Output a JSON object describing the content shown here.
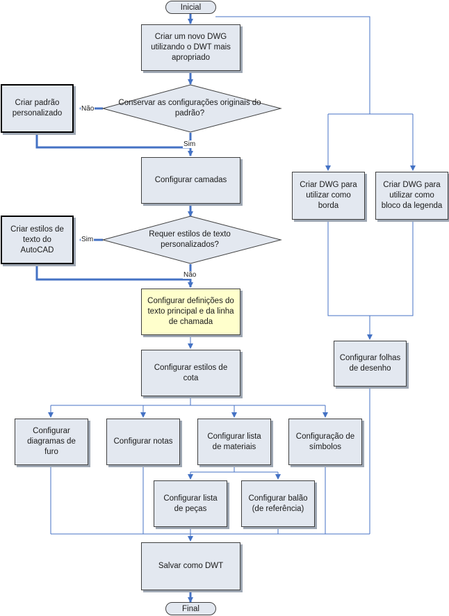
{
  "nodes": {
    "inicial": "Inicial",
    "final": "Final",
    "criar_dwg": "Criar um novo DWG utilizando o DWT mais apropriado",
    "padrao_pers": "Criar padrão personalizado",
    "conservar": "Conservar as configurações originais do padrão?",
    "camadas": "Configurar camadas",
    "estilos_autocad": "Criar estilos de texto do AutoCAD",
    "requer_estilos": "Requer estilos de texto personalizados?",
    "def_texto": "Configurar definições do texto principal e da linha de chamada",
    "estilos_cota": "Configurar estilos de cota",
    "diagramas_furo": "Configurar diagramas de furo",
    "notas": "Configurar notas",
    "lista_materiais": "Configurar lista de materiais",
    "simbolos": "Configuração de símbolos",
    "lista_pecas": "Configurar lista de peças",
    "balao": "Configurar balão (de referência)",
    "salvar": "Salvar como DWT",
    "dwg_borda": "Criar DWG para utilizar como borda",
    "dwg_legenda": "Criar DWG para utilizar como bloco da legenda",
    "folhas": "Configurar folhas de desenho"
  },
  "labels": {
    "nao_1": "Não",
    "sim_1": "Sim",
    "sim_2": "Sim",
    "nao_2": "Não"
  },
  "colors": {
    "box_fill": "#e3e8f0",
    "highlight_fill": "#ffffcc",
    "connector": "#4472c4"
  }
}
